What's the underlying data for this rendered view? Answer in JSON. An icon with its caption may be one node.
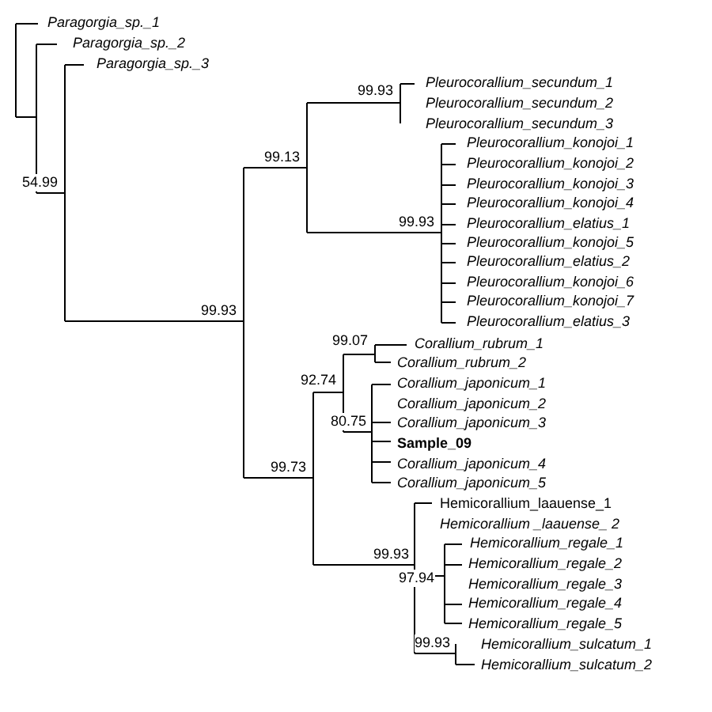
{
  "diagram": {
    "labels": [
      "Paragorgia_sp._1",
      "Paragorgia_sp._2",
      "Paragorgia_sp._3",
      "Pleurocorallium_secundum_1",
      "99.93",
      "Pleurocorallium_secundum_2",
      "Pleurocorallium_secundum_3",
      "Pleurocorallium_konojoi_1",
      "99.13",
      "Pleurocorallium_konojoi_2",
      "54.99",
      "Pleurocorallium_konojoi_3",
      "Pleurocorallium_konojoi_4",
      "99.93",
      "Pleurocorallium_elatius_1",
      "Pleurocorallium_konojoi_5",
      "Pleurocorallium_elatius_2",
      "Pleurocorallium_konojoi_6",
      "Pleurocorallium_konojoi_7",
      "99.93",
      "Pleurocorallium_elatius_3",
      "99.07",
      "Corallium_rubrum_1",
      "Corallium_rubrum_2",
      "92.74",
      "Corallium_japonicum_1",
      "Corallium_japonicum_2",
      "80.75",
      "Corallium_japonicum_3",
      "Sample_09",
      "99.73",
      "Corallium_japonicum_4",
      "Corallium_japonicum_5",
      "Hemicorallium_laauense_1",
      "Hemicorallium _laauense_ 2",
      "Hemicorallium_regale_1",
      "99.93",
      "Hemicorallium_regale_2",
      "97.94",
      "Hemicorallium_regale_3",
      "Hemicorallium_regale_4",
      "Hemicorallium_regale_5",
      "99.93",
      "Hemicorallium_sulcatum_1",
      "Hemicorallium_sulcatum_2"
    ]
  }
}
